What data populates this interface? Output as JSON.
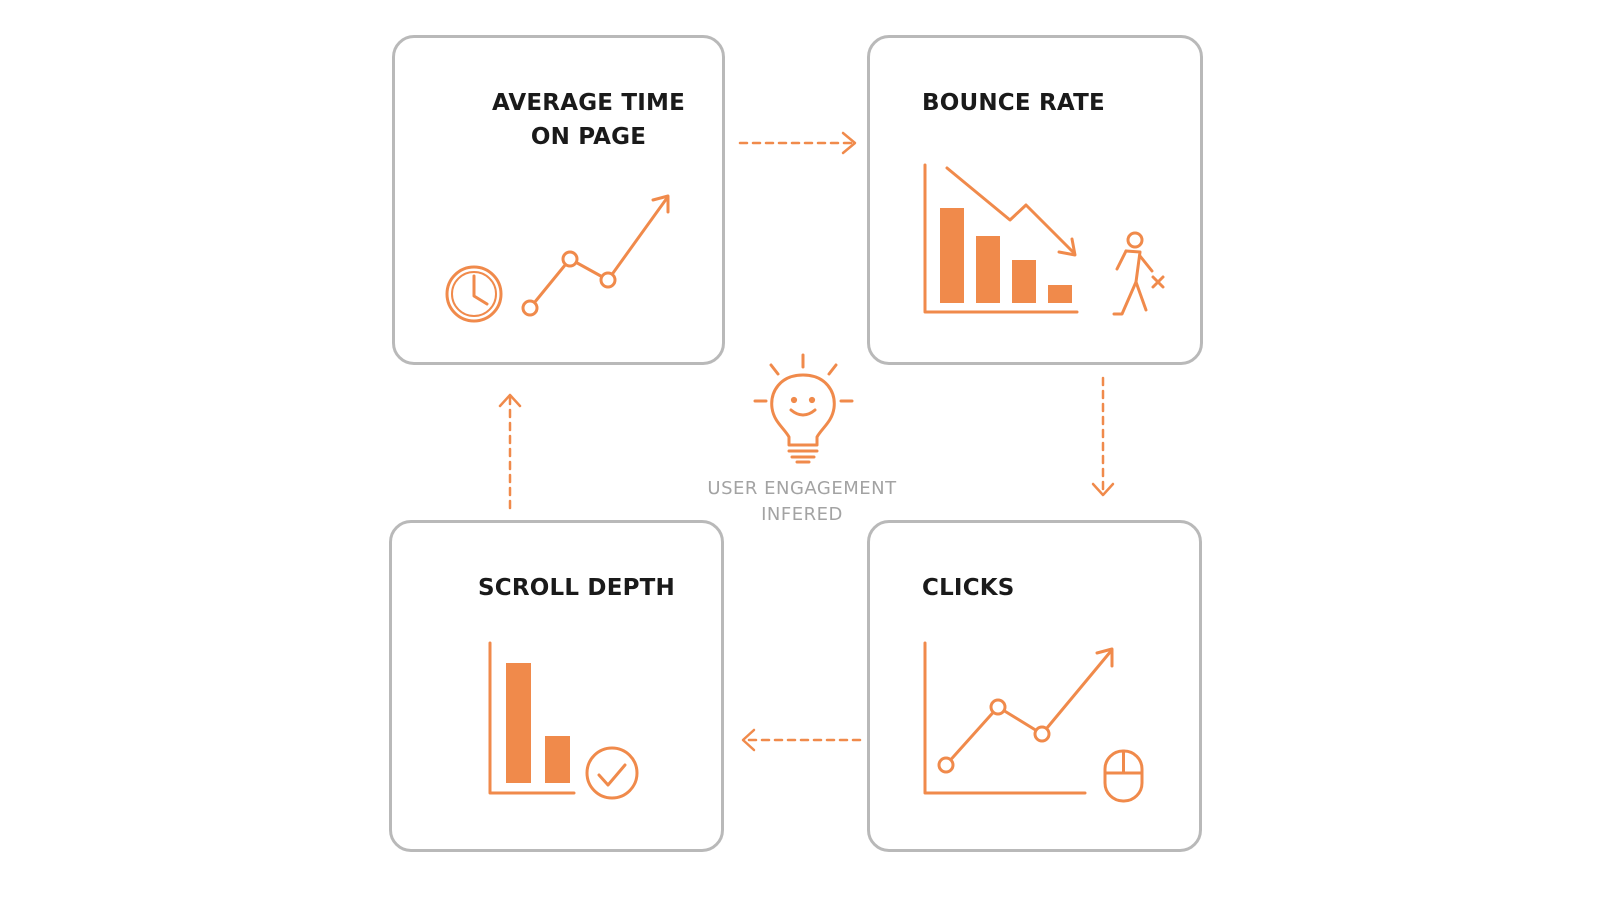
{
  "colors": {
    "accent": "#F08A4B",
    "card_border": "#B9B9B9",
    "title_text": "#1A1A1A",
    "center_label_text": "#A3A3A3"
  },
  "cards": {
    "average_time": {
      "title_line1": "AVERAGE TIME",
      "title_line2": "ON PAGE",
      "icons": [
        "clock-icon",
        "trend-up-line-icon"
      ]
    },
    "bounce_rate": {
      "title": "BOUNCE RATE",
      "icons": [
        "declining-bar-chart-icon",
        "person-leaving-icon"
      ]
    },
    "scroll_depth": {
      "title": "SCROLL DEPTH",
      "icons": [
        "bar-chart-icon",
        "check-circle-icon"
      ]
    },
    "clicks": {
      "title": "CLICKS",
      "icons": [
        "line-chart-up-icon",
        "mouse-icon"
      ]
    }
  },
  "center": {
    "icon": "smiling-lightbulb-icon",
    "label_line1": "USER ENGAGEMENT",
    "label_line2": "INFERED"
  },
  "flow": [
    "average_time",
    "bounce_rate",
    "clicks",
    "scroll_depth",
    "average_time"
  ]
}
